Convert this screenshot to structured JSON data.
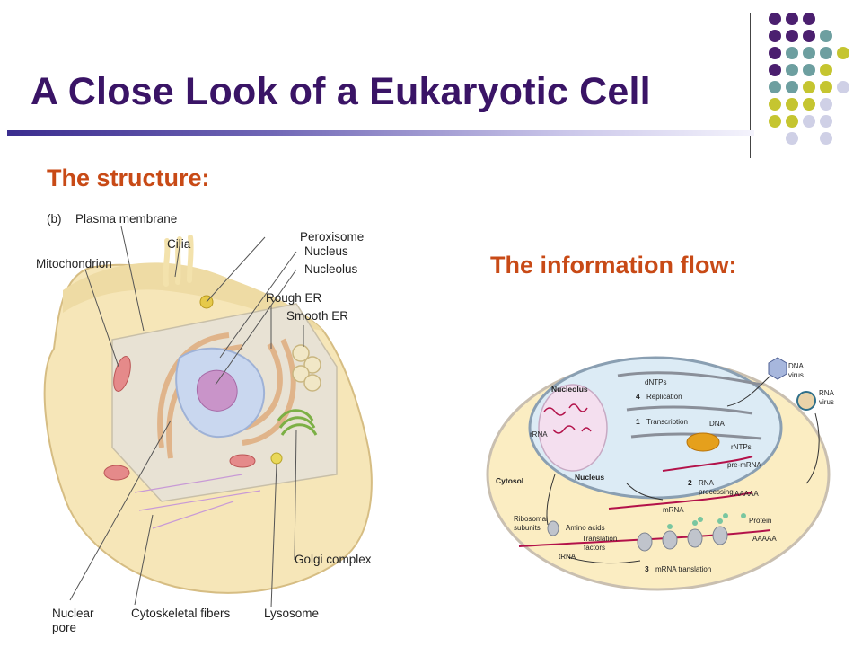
{
  "slide": {
    "title": "A  Close Look of a Eukaryotic Cell",
    "structure_heading": "The structure:",
    "flow_heading": "The information flow:"
  },
  "decoration": {
    "dot_colors": {
      "purple": "#4b1f6f",
      "teal": "#6d9fa0",
      "olive": "#c5c530",
      "lavender": "#cfd0e6"
    }
  },
  "cell_figure": {
    "panel": "(b)",
    "labels": {
      "plasma_membrane": "Plasma membrane",
      "cilia": "Cilia",
      "mitochondrion": "Mitochondrion",
      "peroxisome": "Peroxisome",
      "nucleus": "Nucleus",
      "nucleolus": "Nucleolus",
      "rough_er": "Rough ER",
      "smooth_er": "Smooth ER",
      "golgi": "Golgi complex",
      "nuclear_pore_1": "Nuclear",
      "nuclear_pore_2": "pore",
      "cytoskeletal": "Cytoskeletal fibers",
      "lysosome": "Lysosome"
    }
  },
  "flow_figure": {
    "labels": {
      "nucleolus": "Nucleolus",
      "rrna": "rRNA",
      "nucleus": "Nucleus",
      "cytosol": "Cytosol",
      "dntps": "dNTPs",
      "replication": "Replication",
      "transcription": "Transcription",
      "dna": "DNA",
      "rntps": "rNTPs",
      "pre_mrna": "pre-mRNA",
      "rna_processing_1": "RNA",
      "rna_processing_2": "processing",
      "aaaaa": "AAAAA",
      "mrna": "mRNA",
      "ribosomal_1": "Ribosomal",
      "ribosomal_2": "subunits",
      "amino_acids": "Amino acids",
      "translation_factors_1": "Translation",
      "translation_factors_2": "factors",
      "trna": "tRNA",
      "protein": "Protein",
      "mrna_translation": "mRNA translation",
      "dna_virus_1": "DNA",
      "dna_virus_2": "virus",
      "rna_virus_1": "RNA",
      "rna_virus_2": "virus",
      "step1": "1",
      "step2": "2",
      "step3": "3",
      "step4": "4"
    }
  }
}
